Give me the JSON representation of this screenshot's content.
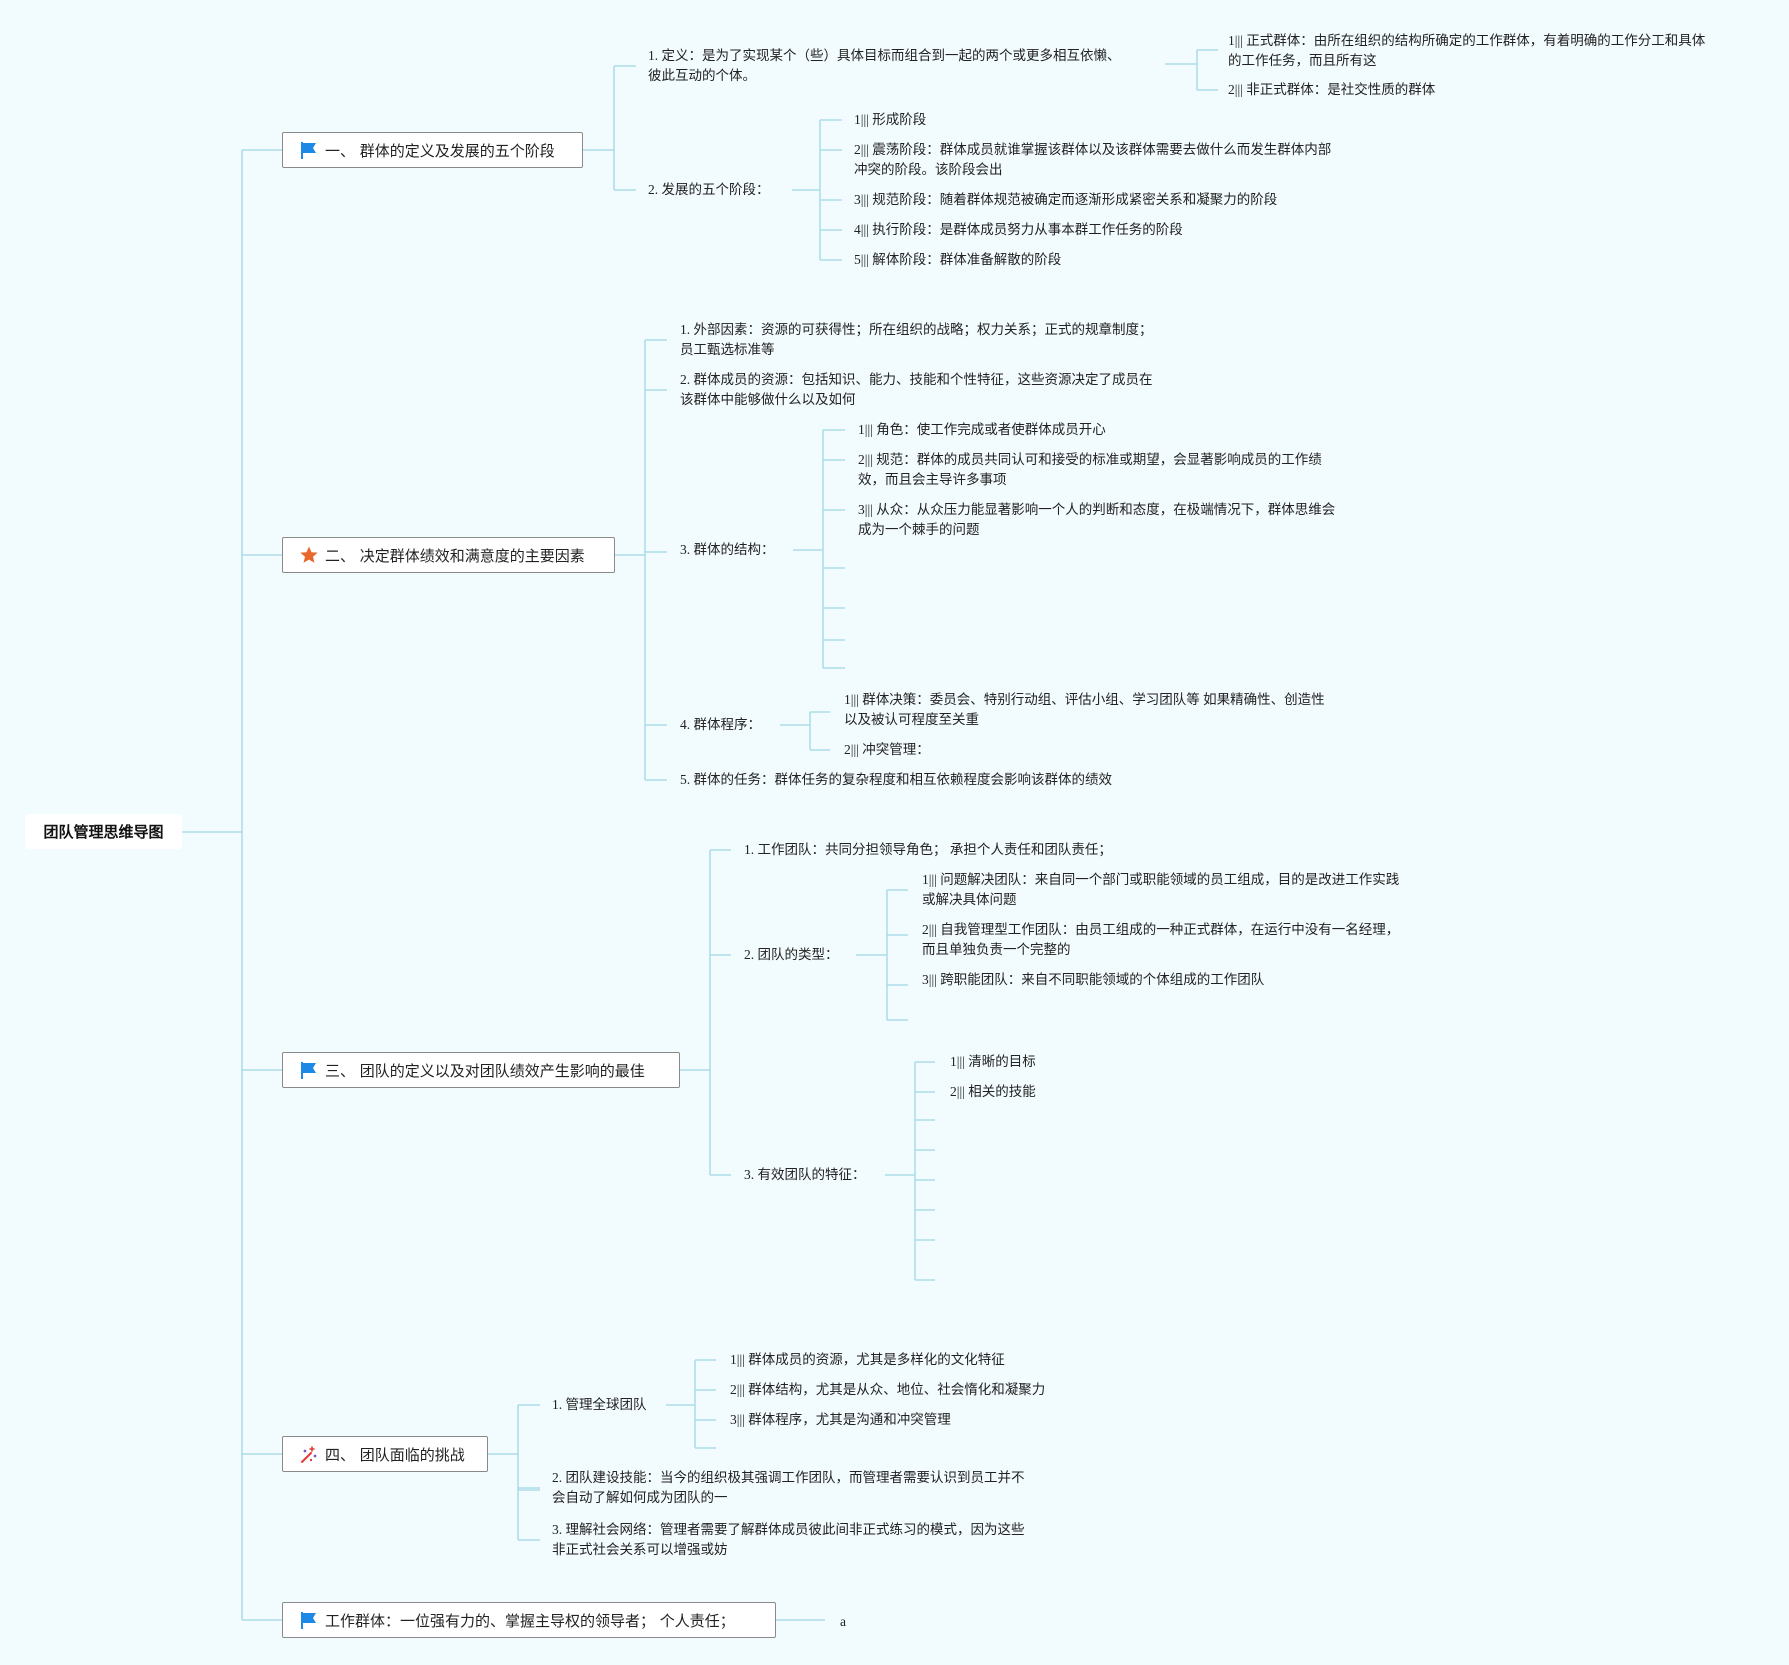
{
  "root": {
    "label": "团队管理思维导图"
  },
  "colors": {
    "background": "#f2fbfd",
    "connector": "#9fd8e6",
    "flag": "#1e88e5",
    "star": "#e8682c",
    "root_text": "#111111"
  },
  "branches": [
    {
      "icon": "flag-icon",
      "label": "一、 群体的定义及发展的五个阶段",
      "children": [
        {
          "label": [
            "1. 定义：是为了实现某个（些）具体目标而组合到一起的两个或更多相互依懒、",
            "彼此互动的个体。"
          ],
          "children": [
            {
              "label": [
                "1||| 正式群体：由所在组织的结构所确定的工作群体，有着明确的工作分工和具体",
                "的工作任务，而且所有这"
              ]
            },
            {
              "label": [
                "2||| 非正式群体：是社交性质的群体"
              ]
            }
          ]
        },
        {
          "label": [
            "2. 发展的五个阶段："
          ],
          "children": [
            {
              "label": [
                "1||| 形成阶段"
              ]
            },
            {
              "label": [
                "2||| 震荡阶段：群体成员就谁掌握该群体以及该群体需要去做什么而发生群体内部",
                "冲突的阶段。该阶段会出"
              ]
            },
            {
              "label": [
                "3||| 规范阶段：随着群体规范被确定而逐渐形成紧密关系和凝聚力的阶段"
              ]
            },
            {
              "label": [
                "4||| 执行阶段：是群体成员努力从事本群工作任务的阶段"
              ]
            },
            {
              "label": [
                "5||| 解体阶段：群体准备解散的阶段"
              ]
            }
          ]
        }
      ]
    },
    {
      "icon": "star-icon",
      "label": "二、 决定群体绩效和满意度的主要因素",
      "children": [
        {
          "label": [
            "1. 外部因素：资源的可获得性；所在组织的战略；权力关系；正式的规章制度；",
            "员工甄选标准等"
          ]
        },
        {
          "label": [
            "2. 群体成员的资源：包括知识、能力、技能和个性特征，这些资源决定了成员在",
            "该群体中能够做什么以及如何"
          ]
        },
        {
          "label": [
            "3. 群体的结构："
          ],
          "children": [
            {
              "label": [
                "1||| 角色：使工作完成或者使群体成员开心"
              ]
            },
            {
              "label": [
                "2||| 规范：群体的成员共同认可和接受的标准或期望，会显著影响成员的工作绩",
                "效，而且会主导许多事项"
              ]
            },
            {
              "label": [
                "3||| 从众：从众压力能显著影响一个人的判断和态度，在极端情况下，群体思维会",
                "成为一个棘手的问题"
              ]
            },
            {
              "label": []
            },
            {
              "label": []
            },
            {
              "label": []
            },
            {
              "label": []
            }
          ]
        },
        {
          "label": [
            "4. 群体程序："
          ],
          "children": [
            {
              "label": [
                "1||| 群体决策：委员会、特别行动组、评估小组、学习团队等 如果精确性、创造性",
                "以及被认可程度至关重"
              ]
            },
            {
              "label": [
                "2||| 冲突管理："
              ]
            }
          ]
        },
        {
          "label": [
            "5. 群体的任务：群体任务的复杂程度和相互依赖程度会影响该群体的绩效"
          ]
        }
      ]
    },
    {
      "icon": "flag-icon",
      "label": "三、 团队的定义以及对团队绩效产生影响的最佳",
      "children": [
        {
          "label": [
            "1. 工作团队：共同分担领导角色；  承担个人责任和团队责任；"
          ]
        },
        {
          "label": [
            "2. 团队的类型："
          ],
          "children": [
            {
              "label": [
                "1||| 问题解决团队：来自同一个部门或职能领域的员工组成，目的是改进工作实践",
                "或解决具体问题"
              ]
            },
            {
              "label": [
                "2||| 自我管理型工作团队：由员工组成的一种正式群体，在运行中没有一名经理，",
                "而且单独负责一个完整的"
              ]
            },
            {
              "label": [
                "3||| 跨职能团队：来自不同职能领域的个体组成的工作团队"
              ]
            },
            {
              "label": []
            }
          ]
        },
        {
          "label": [
            "3. 有效团队的特征："
          ],
          "children": [
            {
              "label": [
                "1||| 清晰的目标"
              ]
            },
            {
              "label": [
                "2||| 相关的技能"
              ]
            },
            {
              "label": []
            },
            {
              "label": []
            },
            {
              "label": []
            },
            {
              "label": []
            },
            {
              "label": []
            },
            {
              "label": []
            }
          ]
        }
      ]
    },
    {
      "icon": "sparkle-icon",
      "label": "四、 团队面临的挑战",
      "children": [
        {
          "label": [
            "1. 管理全球团队"
          ],
          "children": [
            {
              "label": [
                "1||| 群体成员的资源，尤其是多样化的文化特征"
              ]
            },
            {
              "label": [
                "2||| 群体结构，尤其是从众、地位、社会惰化和凝聚力"
              ]
            },
            {
              "label": [
                "3||| 群体程序，尤其是沟通和冲突管理"
              ]
            },
            {
              "label": []
            }
          ]
        },
        {
          "label": []
        },
        {
          "label": [
            "2. 团队建设技能：当今的组织极其强调工作团队，而管理者需要认识到员工并不",
            "会自动了解如何成为团队的一"
          ]
        },
        {
          "label": [
            "3. 理解社会网络：管理者需要了解群体成员彼此间非正式练习的模式，因为这些",
            "非正式社会关系可以增强或妨"
          ]
        }
      ]
    },
    {
      "icon": "flag-icon",
      "label": "工作群体：一位强有力的、掌握主导权的领导者；  个人责任；",
      "children": [
        {
          "label": [
            "a"
          ]
        }
      ]
    }
  ]
}
